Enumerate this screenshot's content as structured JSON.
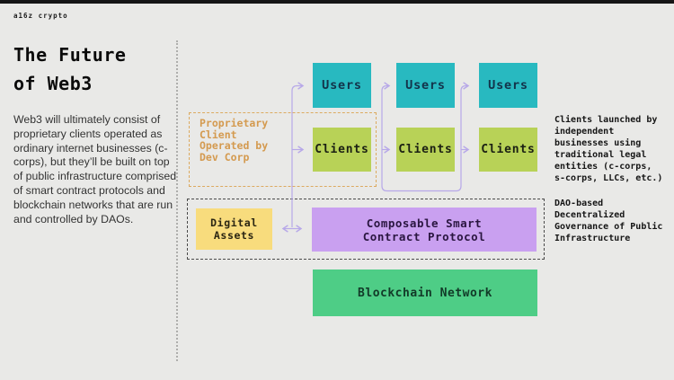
{
  "page": {
    "background": "#e9e9e7",
    "top_bar_color": "#161616",
    "brand": "a16z crypto"
  },
  "left_panel": {
    "title": "The Future\nof Web3",
    "paragraph": "Web3 will ultimately consist of proprietary clients operated as ordinary internet businesses (c-corps), but they’ll be built on top of public infrastructure comprised of smart contract protocols and blockchain networks that are run and controlled by DAOs."
  },
  "diagram": {
    "users_boxes": [
      {
        "label": "Users"
      },
      {
        "label": "Users"
      },
      {
        "label": "Users"
      }
    ],
    "clients_boxes": [
      {
        "label": "Clients"
      },
      {
        "label": "Clients"
      },
      {
        "label": "Clients"
      }
    ],
    "proprietary_group_label": "Proprietary\nClient\nOperated by\nDev Corp",
    "digital_assets_label": "Digital\nAssets",
    "protocol_label": "Composable Smart\nContract Protocol",
    "blockchain_label": "Blockchain Network",
    "colors": {
      "users_box": "#28b9c0",
      "clients_box": "#b8d257",
      "digital_assets_box": "#f8dc7d",
      "protocol_box": "#c9a0f0",
      "blockchain_box": "#4ecd86",
      "connector_line": "#b7a8e8",
      "proprietary_border": "#dcaa60",
      "infrastructure_border": "#4a4a4a"
    }
  },
  "annotations": {
    "clients_note": "Clients launched by\nindependent\nbusinesses using\ntraditional legal\nentities (c-corps,\ns-corps, LLCs, etc.)",
    "dao_note": "DAO-based\nDecentralized\nGovernance of Public\nInfrastructure"
  }
}
